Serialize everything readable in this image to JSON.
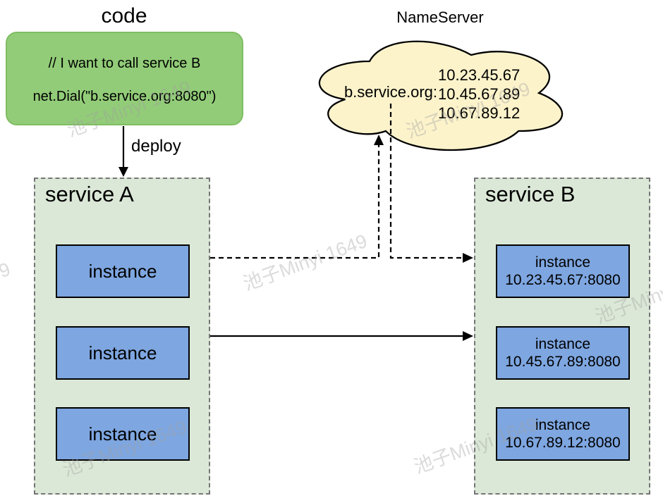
{
  "watermark": "池子Minyi 1649",
  "code": {
    "title": "code",
    "comment": "// I want to call service B",
    "call": "net.Dial(\"b.service.org:8080\")"
  },
  "deploy_label": "deploy",
  "nameserver": {
    "title": "NameServer",
    "domain": "b.service.org:",
    "ips": [
      "10.23.45.67",
      "10.45.67.89",
      "10.67.89.12"
    ]
  },
  "service_a": {
    "title": "service A",
    "instances": [
      "instance",
      "instance",
      "instance"
    ]
  },
  "service_b": {
    "title": "service B",
    "instances": [
      {
        "name": "instance",
        "address": "10.23.45.67:8080"
      },
      {
        "name": "instance",
        "address": "10.45.67.89:8080"
      },
      {
        "name": "instance",
        "address": "10.67.89.12:8080"
      }
    ]
  },
  "colors": {
    "code_fill": "#92CC78",
    "code_border": "#7FBE63",
    "container_fill": "#DBE8D7",
    "container_border": "#757575",
    "instance_fill": "#7EA6E0",
    "instance_border": "#000000",
    "cloud_fill": "#FCF3CB",
    "line": "#000000",
    "watermark": "rgba(160,160,160,0.38)"
  }
}
